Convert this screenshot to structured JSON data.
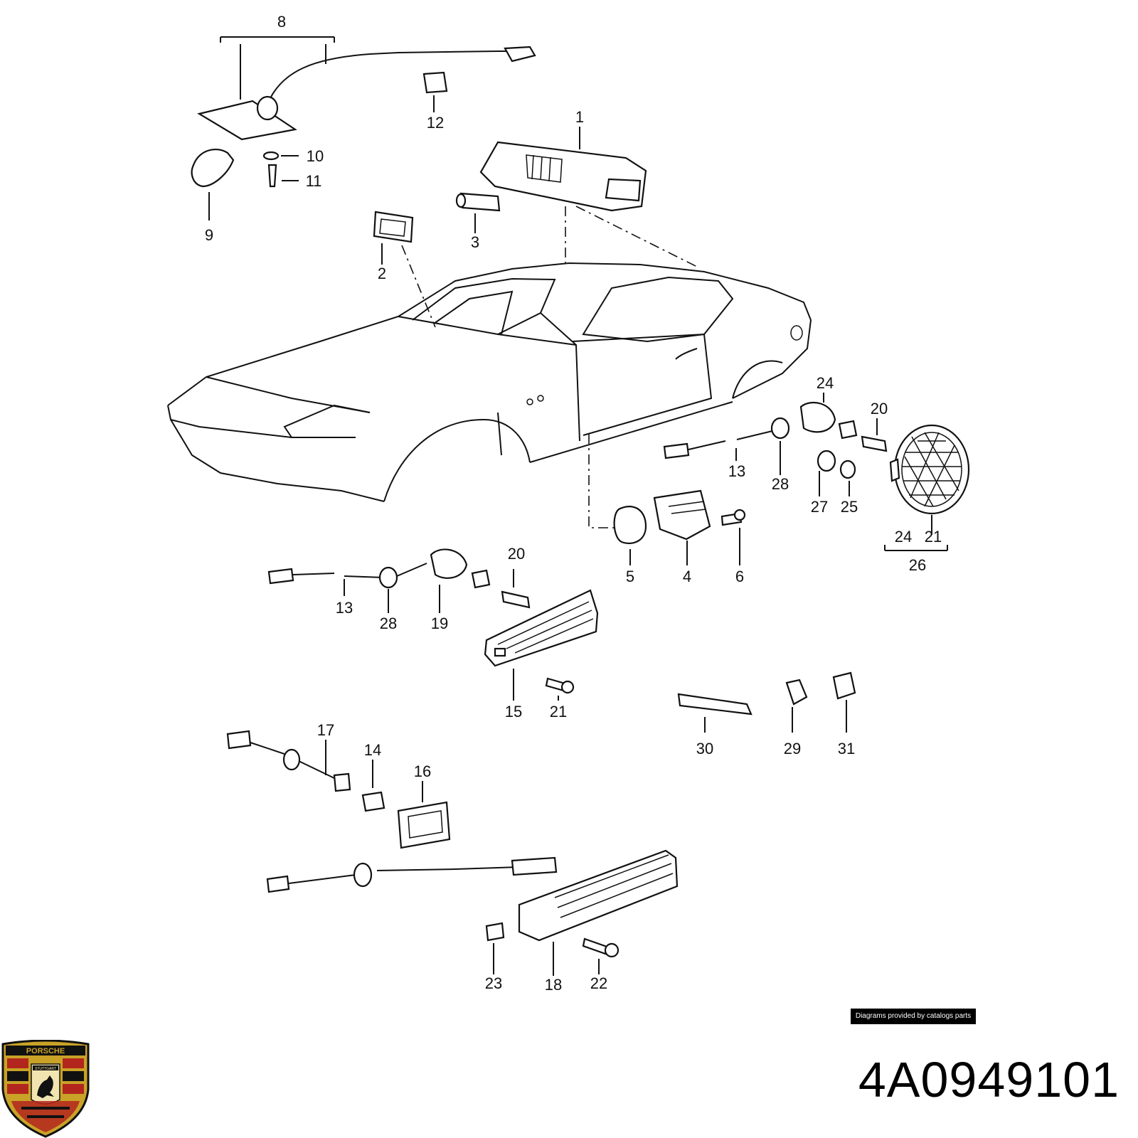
{
  "diagram": {
    "callouts": [
      "1",
      "2",
      "3",
      "4",
      "5",
      "6",
      "8",
      "9",
      "10",
      "11",
      "12",
      "13",
      "13",
      "14",
      "15",
      "16",
      "17",
      "18",
      "19",
      "20",
      "20",
      "21",
      "21",
      "22",
      "23",
      "24",
      "24",
      "25",
      "26",
      "27",
      "28",
      "28",
      "29",
      "30",
      "31"
    ]
  },
  "credit": "Diagrams provided by catalogs parts",
  "part_number": "4A0949101",
  "logo": {
    "brand": "PORSCHE",
    "city": "STUTTGART"
  },
  "colors": {
    "ink": "#111111",
    "crest_gold": "#c9a227",
    "crest_red": "#b3261e",
    "crest_black": "#111111"
  }
}
